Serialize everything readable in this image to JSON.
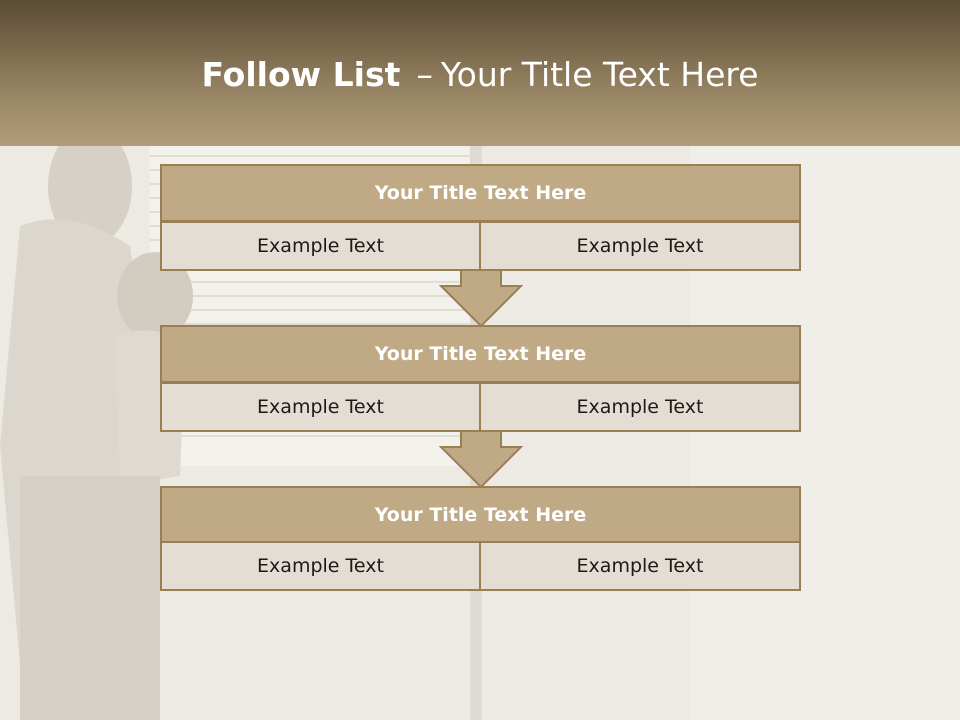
{
  "title": {
    "bold": "Follow List",
    "dash": "–",
    "rest": "Your Title Text Here"
  },
  "blocks": [
    {
      "title": "Your Title Text Here",
      "left": "Example Text",
      "right": "Example Text"
    },
    {
      "title": "Your Title Text Here",
      "left": "Example Text",
      "right": "Example Text"
    },
    {
      "title": "Your Title Text Here",
      "left": "Example Text",
      "right": "Example Text"
    }
  ],
  "colors": {
    "banner": "#8c7755",
    "block_title": "#c0a985",
    "cell": "#e4ddd3",
    "border": "#9a7f55",
    "arrow": "#c0a985"
  }
}
